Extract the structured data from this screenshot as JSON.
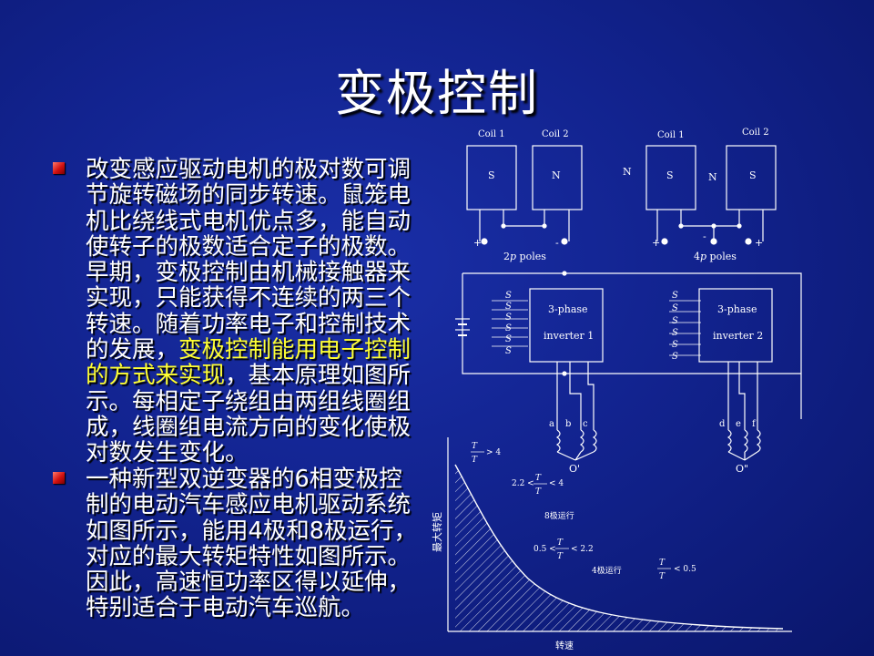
{
  "slide": {
    "title": "变极控制",
    "bullets": [
      {
        "pre": "改变感应驱动电机的极对数可调节旋转磁场的同步转速。鼠笼电机比绕线式电机优点多，能自动使转子的极数适合定子的极数。早期，变极控制由机械接触器来实现，只能获得不连续的两三个转速。随着功率电子和控制技术的发展，",
        "highlight": "变极控制能用电子控制的方式来实现",
        "post": "，基本原理如图所示。每相定子绕组由两组线圈组成，线圈组电流方向的变化使极对数发生变化。"
      },
      {
        "pre": "一种新型双逆变器的6相变极控制的电动汽车感应电机驱动系统如图所示，能用4极和8极运行，对应的最大转矩特性如图所示。 因此，高速恒功率区得以延伸，特别适合于电动汽车巡航。",
        "highlight": "",
        "post": ""
      }
    ]
  },
  "coils": {
    "left": {
      "coil1": "Coil 1",
      "coil2": "Coil 2",
      "pole1": "S",
      "pole2": "N",
      "plus": "+",
      "minus": "-",
      "caption_pre": "2",
      "caption_var": "p",
      "caption_post": " poles"
    },
    "right": {
      "coil1": "Coil 1",
      "coil2": "Coil 2",
      "pole_outer": "N",
      "pole1": "S",
      "pole_mid": "N",
      "pole2": "S",
      "plus_left": "+",
      "minus": "-",
      "plus_right": "+",
      "caption_pre": "4",
      "caption_var": "p",
      "caption_post": " poles"
    }
  },
  "inverters": {
    "inv1_line1": "3-phase",
    "inv1_line2": "inverter 1",
    "inv2_line1": "3-phase",
    "inv2_line2": "inverter 2",
    "inv1_switches": [
      "S",
      "S",
      "S",
      "S",
      "S",
      "S"
    ],
    "inv2_switches": [
      "S",
      "S",
      "S",
      "S",
      "S",
      "S"
    ],
    "phase_labels_1": [
      "a",
      "b",
      "c"
    ],
    "phase_labels_2": [
      "d",
      "e",
      "f"
    ],
    "neutral_1": "O'",
    "neutral_2": "O\""
  },
  "torque_chart": {
    "ylabel": "最大转矩",
    "xlabel": "转速",
    "annotations": [
      {
        "left": "",
        "num": "T",
        "den": "T",
        "right": "> 4"
      },
      {
        "left": "2.2 <",
        "num": "T",
        "den": "T",
        "right": "< 4"
      },
      {
        "left": "0.5 <",
        "num": "T",
        "den": "T",
        "right": "< 2.2"
      },
      {
        "left": "",
        "num": "T",
        "den": "T",
        "right": "< 0.5"
      }
    ],
    "label_8pole": "8极运行",
    "label_4pole": "4极运行"
  }
}
